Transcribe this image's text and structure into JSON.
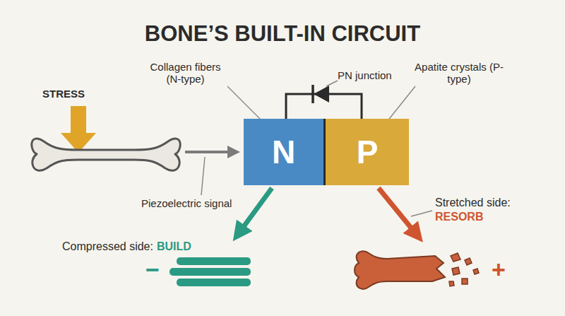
{
  "diagram": {
    "title": "BONE’S BUILT-IN CIRCUIT",
    "nodes": [
      {
        "text": [
          "N"
        ]
      },
      {
        "text": [
          "P"
        ]
      }
    ],
    "labels": [
      "STRESS",
      "Collagen fibers (N-type)",
      "PN junction",
      "Apatite crystals (P-type)",
      "Piezoelectric signal",
      "Compressed side:",
      "BUILD",
      "Stretched side:",
      "RESORB",
      "−",
      "+"
    ]
  }
}
